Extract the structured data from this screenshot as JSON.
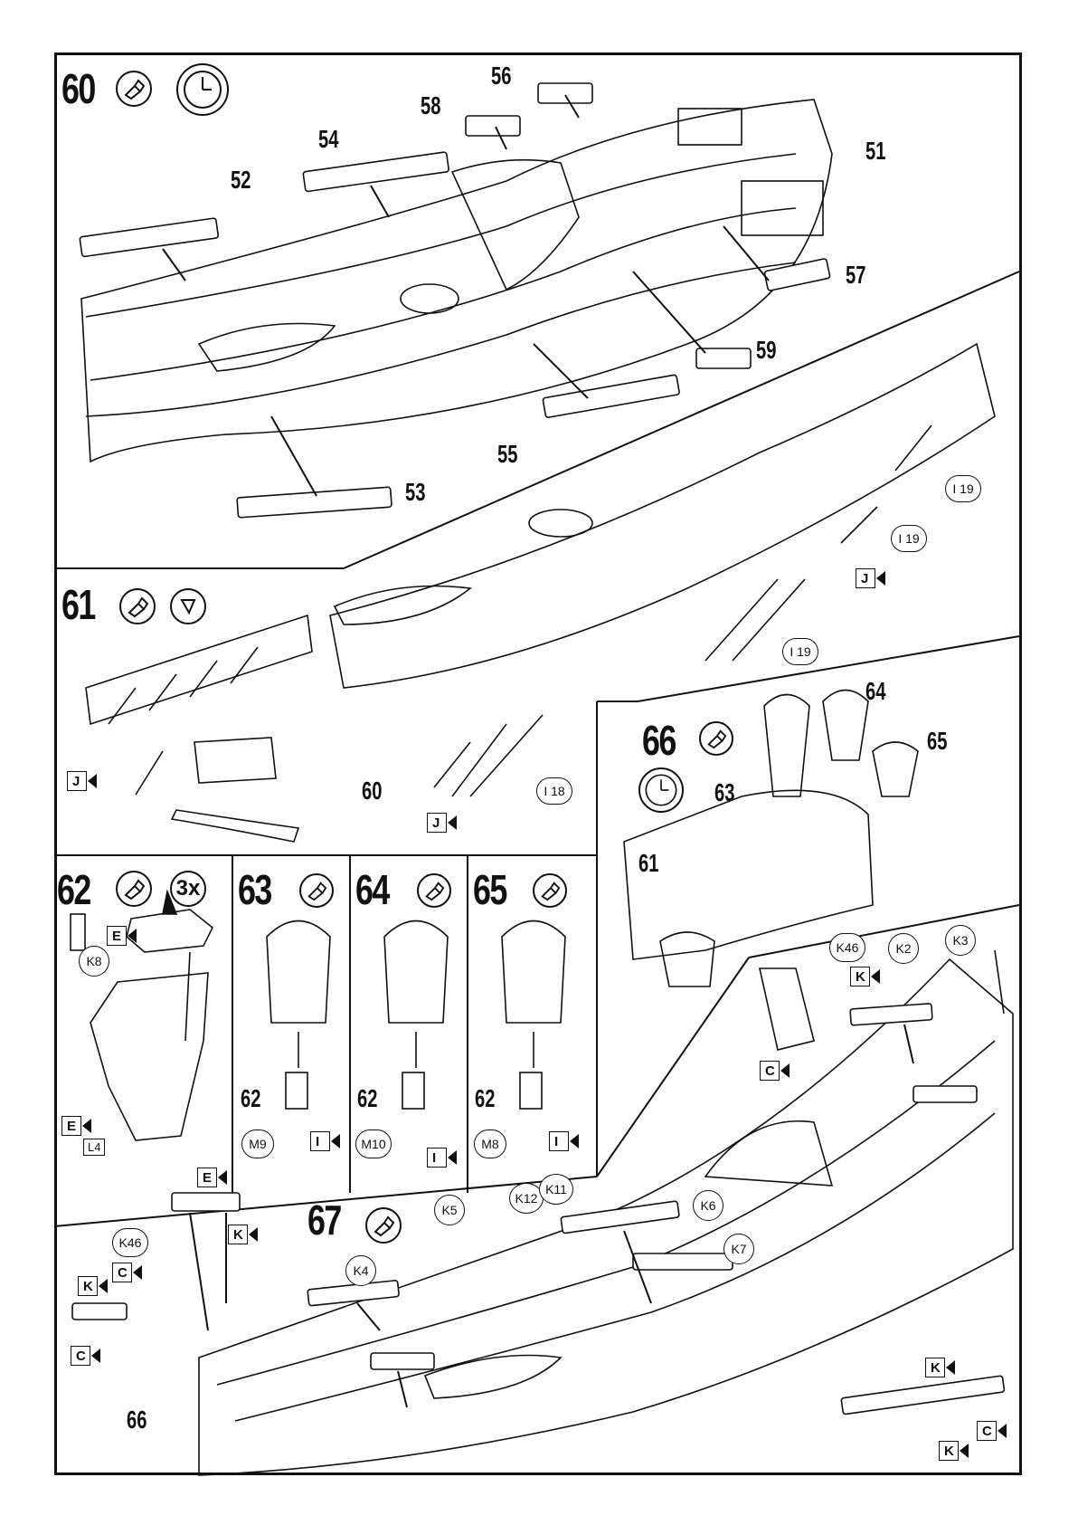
{
  "steps": {
    "s60": "60",
    "s61": "61",
    "s62": "62",
    "s63": "63",
    "s64": "64",
    "s65": "65",
    "s66": "66",
    "s67": "67"
  },
  "parts": {
    "p51": "51",
    "p52": "52",
    "p53": "53",
    "p54": "54",
    "p55": "55",
    "p56": "56",
    "p57": "57",
    "p58": "58",
    "p59": "59",
    "p60": "60",
    "p61": "61",
    "p62a": "62",
    "p62b": "62",
    "p62c": "62",
    "p63a": "63",
    "p64a": "64",
    "p65a": "65",
    "p66": "66"
  },
  "callouts": {
    "i19a": "I 19",
    "i19b": "I 19",
    "i19c": "I 19",
    "i18": "I 18",
    "k8": "K8",
    "l4": "L4",
    "m9": "M9",
    "m10": "M10",
    "m8": "M8",
    "k46a": "K46",
    "k2": "K2",
    "k3": "K3",
    "k46b": "K46",
    "k4": "K4",
    "k5": "K5",
    "k12": "K12",
    "k11": "K11",
    "k6": "K6",
    "k7": "K7"
  },
  "flags": {
    "j1": "J",
    "j2": "J",
    "j3": "J",
    "e1": "E",
    "e2": "E",
    "e3": "E",
    "i1": "I",
    "i2": "I",
    "i3": "I",
    "k1": "K",
    "c1": "C",
    "k2": "K",
    "c2": "C",
    "k3": "K",
    "c3": "C",
    "k4": "K",
    "c4": "C",
    "k5": "K"
  },
  "repeat": "3x",
  "colors": {
    "ink": "#111111",
    "paper": "#ffffff"
  }
}
